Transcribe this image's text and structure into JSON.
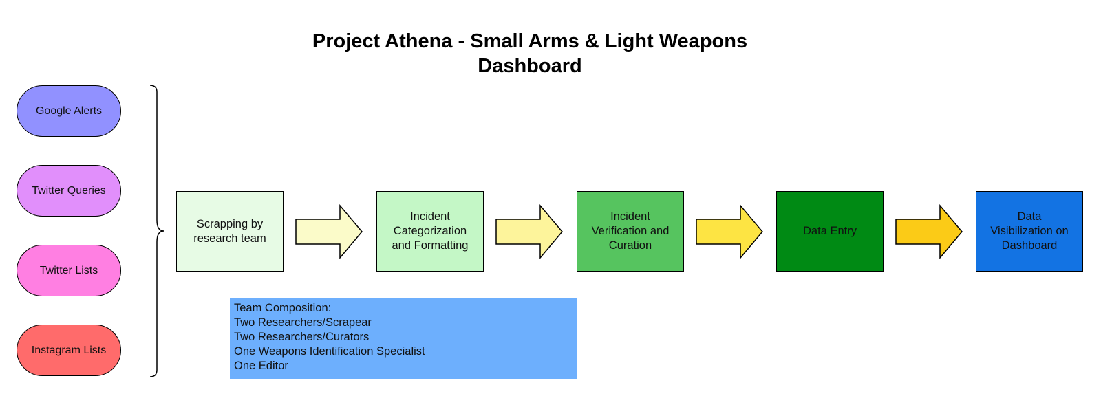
{
  "title": {
    "line1": "Project Athena - Small Arms & Light Weapons",
    "line2": "Dashboard"
  },
  "sources": [
    {
      "label": "Google Alerts",
      "color": "#9191ff"
    },
    {
      "label": "Twitter Queries",
      "color": "#e18ffb"
    },
    {
      "label": "Twitter Lists",
      "color": "#ff7fe2"
    },
    {
      "label": "Instagram Lists",
      "color": "#ff6b6b"
    }
  ],
  "steps": [
    {
      "lines": [
        "Scrapping by",
        "research team"
      ],
      "fill": "#e7fbe5"
    },
    {
      "lines": [
        "Incident",
        "Categorization",
        "and Formatting"
      ],
      "fill": "#c4f7c6"
    },
    {
      "lines": [
        "Incident",
        "Verification and",
        "Curation"
      ],
      "fill": "#56c45f"
    },
    {
      "lines": [
        "Data Entry"
      ],
      "fill": "#008a14"
    },
    {
      "lines": [
        "Data",
        "Visibilization on",
        "Dashboard"
      ],
      "fill": "#1373e3"
    }
  ],
  "arrows": [
    {
      "fill": "#fbfbc9"
    },
    {
      "fill": "#fdf49b"
    },
    {
      "fill": "#fde443"
    },
    {
      "fill": "#fbcb17"
    }
  ],
  "team": {
    "lines": [
      "Team Composition:",
      "Two Researchers/Scrapear",
      "Two Researchers/Curators",
      "One Weapons Identification Specialist",
      "One Editor"
    ],
    "fill": "#6daffd"
  }
}
